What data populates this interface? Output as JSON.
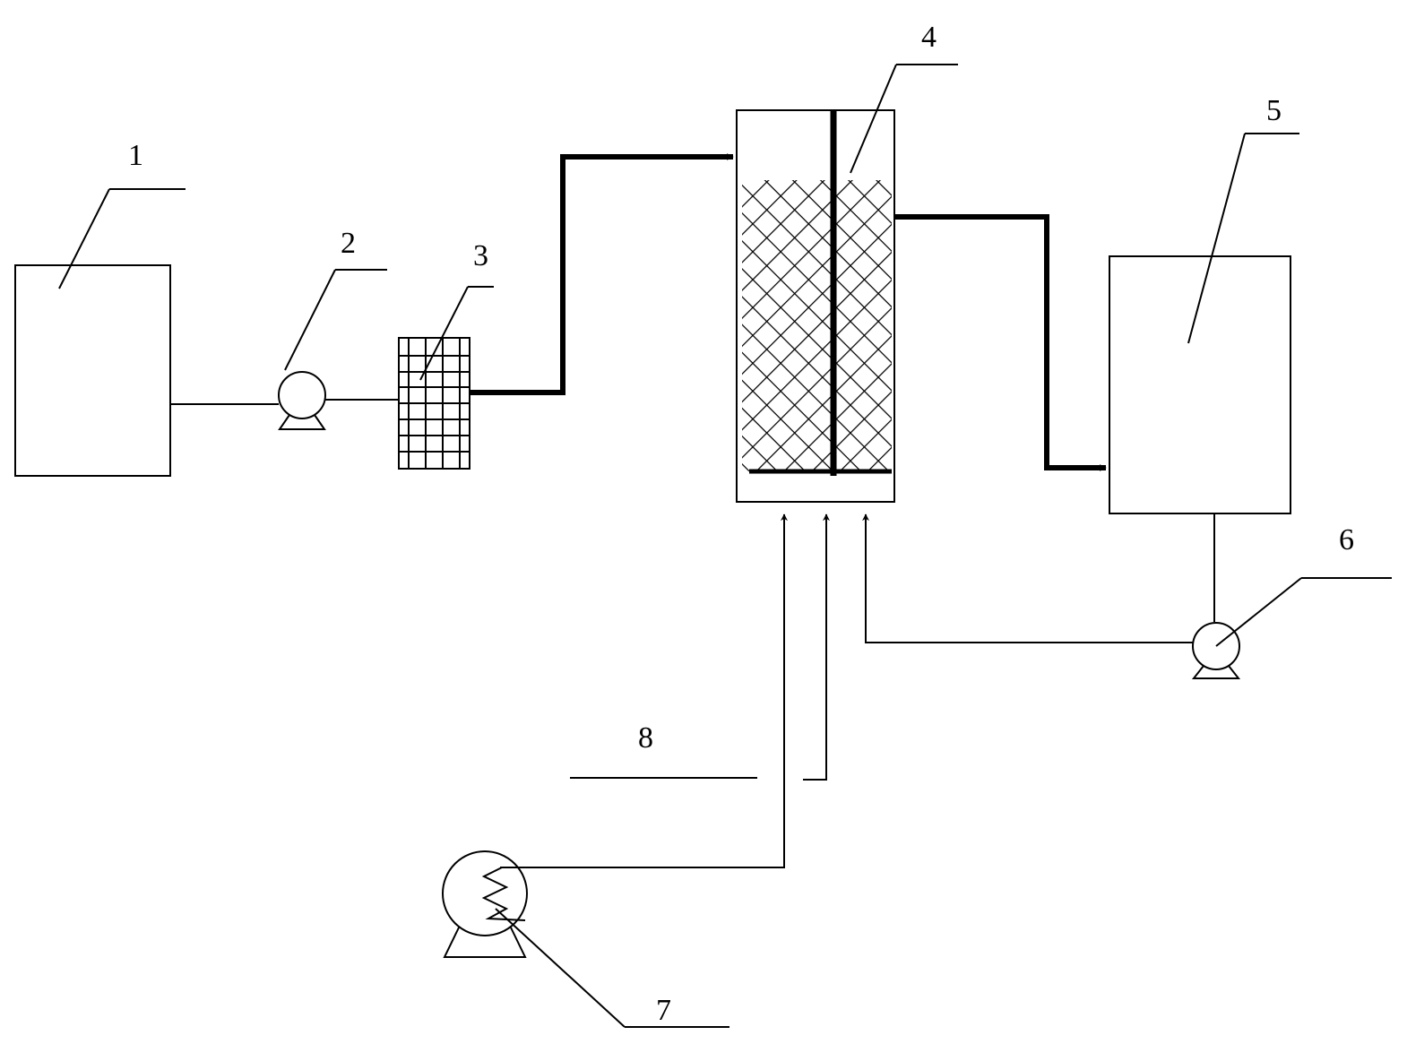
{
  "colors": {
    "line": "#000000",
    "background": "#ffffff"
  },
  "labels": {
    "l1": "1",
    "l2": "2",
    "l3": "3",
    "l4": "4",
    "l5": "5",
    "l6": "6",
    "l7": "7",
    "l8": "8"
  }
}
